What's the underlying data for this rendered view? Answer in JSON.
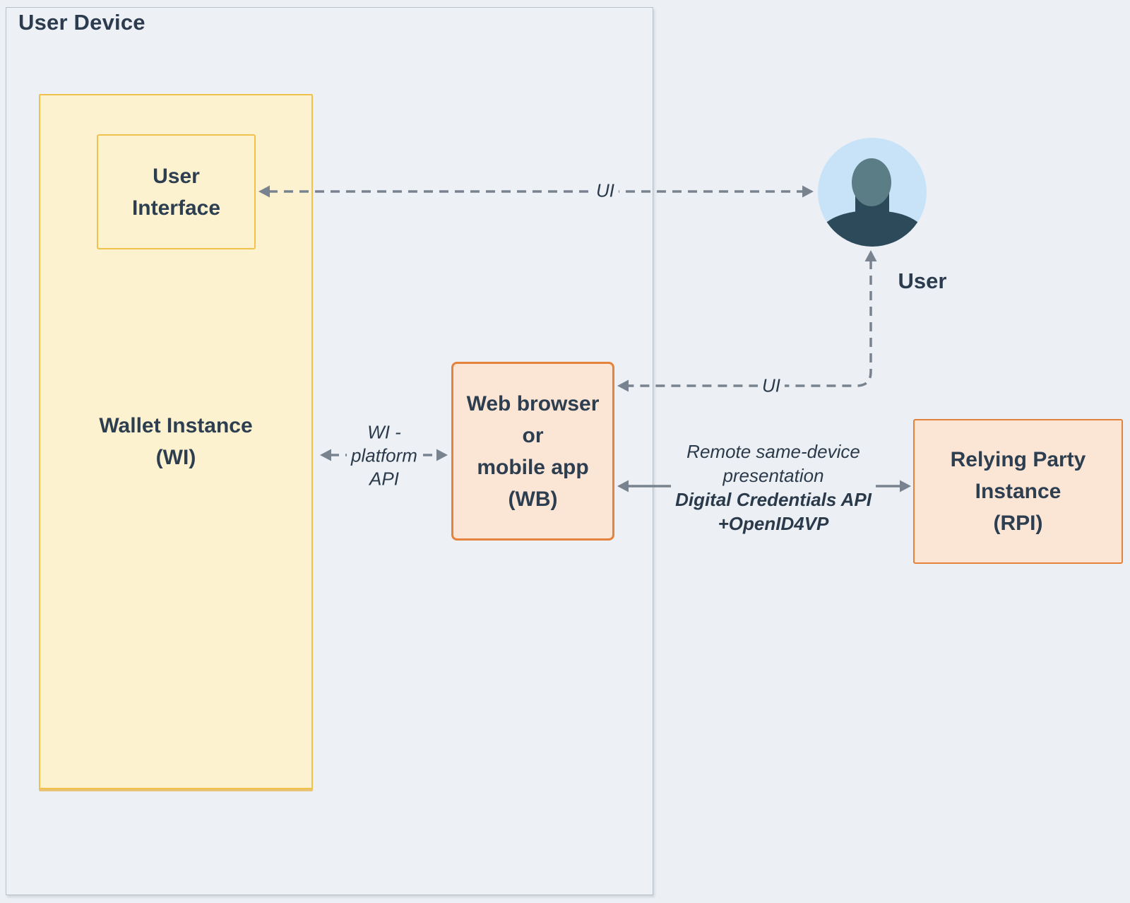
{
  "title": "User Device",
  "boxes": {
    "wallet_instance": {
      "lines": [
        "Wallet Instance",
        "(WI)"
      ]
    },
    "user_interface": {
      "lines": [
        "User",
        "Interface"
      ]
    },
    "web_browser": {
      "lines": [
        "Web browser",
        "or",
        "mobile app",
        "(WB)"
      ]
    },
    "relying_party": {
      "lines": [
        "Relying Party",
        "Instance",
        "(RPI)"
      ]
    }
  },
  "actors": {
    "user": {
      "label": "User",
      "icon": "person-avatar-icon"
    }
  },
  "edges": {
    "ui_user_interface": {
      "label": "UI",
      "style": "dashed",
      "direction": "bidirectional",
      "from": "User Interface",
      "to": "User"
    },
    "ui_web_browser": {
      "label": "UI",
      "style": "dashed",
      "direction": "bidirectional",
      "from": "Web browser or mobile app (WB)",
      "to": "User"
    },
    "wi_platform_api": {
      "lines": [
        "WI -",
        "platform",
        "API"
      ],
      "style": "dashed",
      "direction": "bidirectional",
      "from": "Wallet Instance (WI)",
      "to": "Web browser or mobile app (WB)"
    },
    "remote_presentation": {
      "lines": [
        "Remote same-device",
        "presentation",
        "Digital Credentials API",
        "+OpenID4VP"
      ],
      "style": "solid",
      "direction": "bidirectional",
      "from": "Web browser or mobile app (WB)",
      "to": "Relying Party Instance (RPI)"
    }
  },
  "colors": {
    "page_background": "#ecf0f5",
    "panel_background": "#edf1f6",
    "panel_border": "#b7bfc9",
    "wallet_fill": "#fdf2d0",
    "wallet_border": "#f0c24b",
    "orange_fill": "#fbe5d5",
    "orange_border": "#e5823c",
    "text_navy": "#2d3e50",
    "arrow_gray": "#79838f",
    "avatar_circle": "#c8e2f8",
    "avatar_head": "#5a7d86",
    "avatar_body": "#2d4a5b"
  }
}
